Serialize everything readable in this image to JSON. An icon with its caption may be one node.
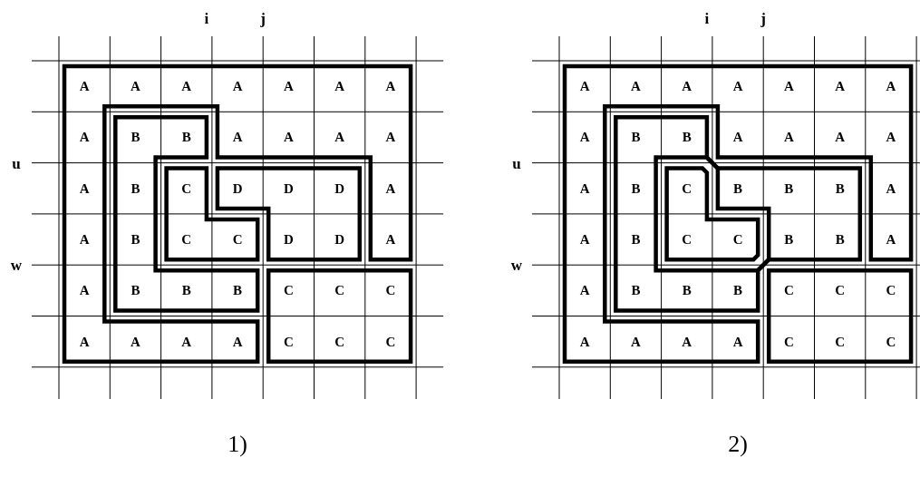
{
  "diagram": {
    "labels": [
      "i",
      "j",
      "i",
      "j",
      "A",
      "A",
      "A",
      "A",
      "A",
      "A",
      "A",
      "A",
      "A",
      "A",
      "A",
      "A",
      "A",
      "A",
      "A",
      "B",
      "B",
      "A",
      "A",
      "A",
      "A",
      "A",
      "B",
      "B",
      "A",
      "A",
      "A",
      "A",
      "u",
      "A",
      "B",
      "C",
      "D",
      "D",
      "D",
      "A",
      "u",
      "A",
      "B",
      "C",
      "B",
      "B",
      "B",
      "A",
      "A",
      "B",
      "C",
      "C",
      "D",
      "D",
      "A",
      "A",
      "B",
      "C",
      "C",
      "B",
      "B",
      "A",
      "w",
      "A",
      "B",
      "B",
      "B",
      "C",
      "C",
      "C",
      "w",
      "A",
      "B",
      "B",
      "B",
      "C",
      "C",
      "C",
      "A",
      "A",
      "A",
      "A",
      "C",
      "C",
      "C",
      "A",
      "A",
      "A",
      "A",
      "C",
      "C",
      "C",
      "1)",
      "2)"
    ]
  }
}
